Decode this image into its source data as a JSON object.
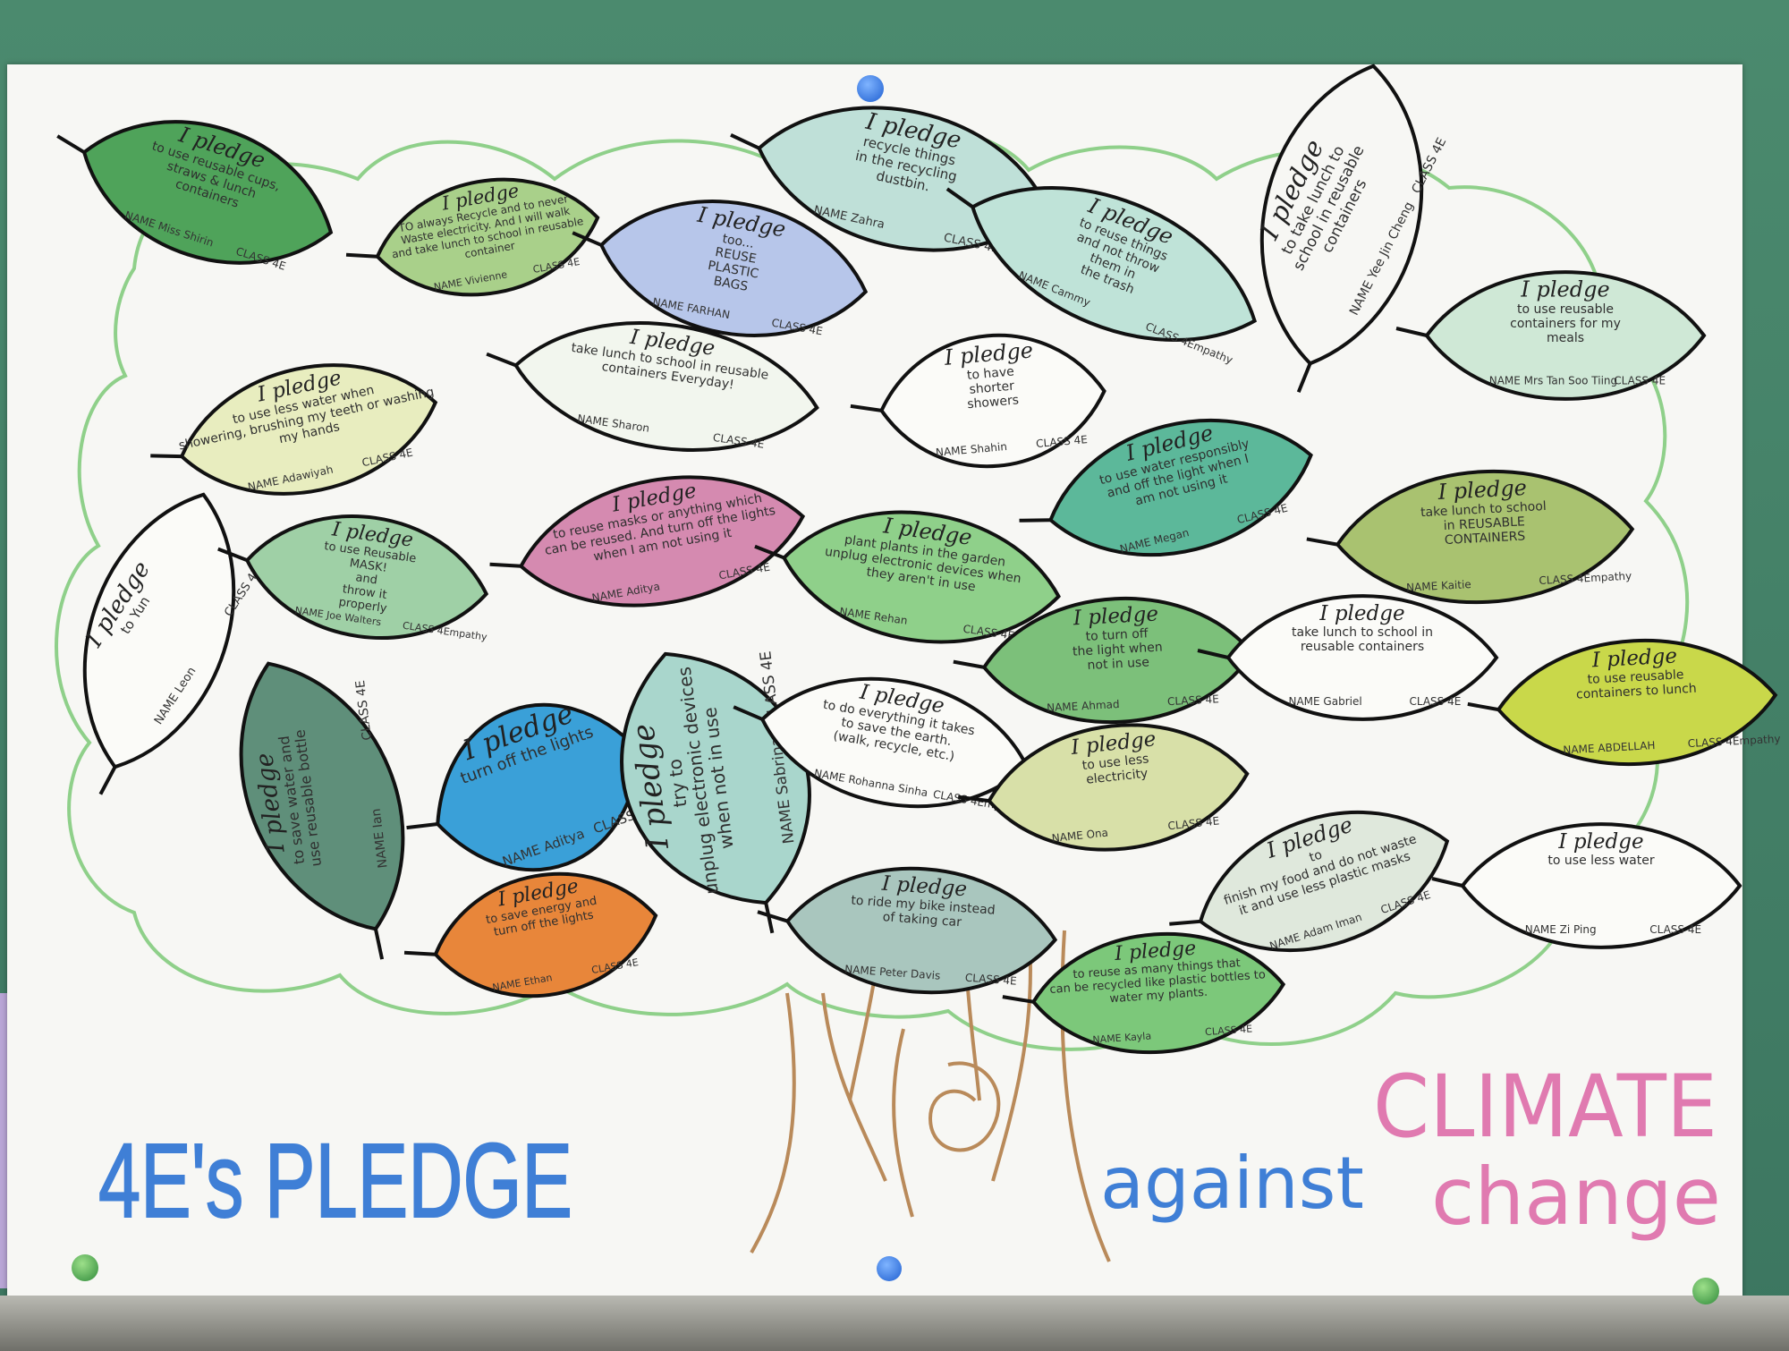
{
  "colors": {
    "board": "#3f7a63",
    "poster": "#f7f7f4",
    "tree_outline": "#8fd08a",
    "trunk": "#b98a5a",
    "title_blue": "#3f7fd6",
    "title_pink": "#e07ab0"
  },
  "title": {
    "part1": "4E's PLEDGE",
    "part2": "against",
    "part3a": "CLIMATE",
    "part3b": "change"
  },
  "leaves": [
    {
      "id": "L1",
      "heading": "I pledge",
      "lines": [
        "to use reusable cups,",
        "straws & lunch",
        "containers"
      ],
      "name": "NAME Miss Shirin",
      "class": "CLASS 4E",
      "fill": "#4fa35a"
    },
    {
      "id": "L2",
      "heading": "I pledge",
      "lines": [
        "TO always Recycle and to never",
        "Waste electricity. And I will walk",
        "and take lunch to school in reusable",
        "container"
      ],
      "name": "NAME Vivienne",
      "class": "CLASS 4E",
      "fill": "#a9d08a"
    },
    {
      "id": "L3",
      "heading": "I pledge",
      "lines": [
        "too...",
        "REUSE",
        "PLASTIC",
        "BAGS"
      ],
      "name": "NAME FARHAN",
      "class": "CLASS 4E",
      "fill": "#b7c6ea"
    },
    {
      "id": "L4",
      "heading": "I pledge",
      "lines": [
        "recycle things",
        "in the recycling",
        "dustbin."
      ],
      "name": "NAME Zahra",
      "class": "CLASS 4E",
      "fill": "#bfe0d8"
    },
    {
      "id": "L5",
      "heading": "I pledge",
      "lines": [
        "to reuse things",
        "and not throw",
        "them in",
        "the trash"
      ],
      "name": "NAME Cammy",
      "class": "CLASS 4Empathy",
      "fill": "#bfe3d8"
    },
    {
      "id": "L6",
      "heading": "I pledge",
      "lines": [
        "to take lunch to",
        "school in reusable",
        "containers"
      ],
      "name": "NAME Yee Jin Cheng",
      "class": "CLASS 4E",
      "fill": "#f7f7f4"
    },
    {
      "id": "L7",
      "heading": "I pledge",
      "lines": [
        "to use reusable",
        "containers for my",
        "meals"
      ],
      "name": "NAME Mrs Tan Soo Tiing",
      "class": "CLASS 4E",
      "fill": "#cfe8d6"
    },
    {
      "id": "L8",
      "heading": "I pledge",
      "lines": [
        "take lunch to school in reusable",
        "containers Everyday!"
      ],
      "name": "NAME Sharon",
      "class": "CLASS 4E",
      "fill": "#f2f6ee"
    },
    {
      "id": "L9",
      "heading": "I pledge",
      "lines": [
        "to use less water when",
        "showering, brushing my teeth or washing",
        "my hands"
      ],
      "name": "NAME Adawiyah",
      "class": "CLASS 4E",
      "fill": "#e8edbf"
    },
    {
      "id": "L10",
      "heading": "I pledge",
      "lines": [
        "to have",
        "shorter",
        "showers"
      ],
      "name": "NAME Shahin",
      "class": "CLASS 4E",
      "fill": "#fbfbf8"
    },
    {
      "id": "L11",
      "heading": "I pledge",
      "lines": [
        "to use water responsibly",
        "and off the light when I",
        "am not using it"
      ],
      "name": "NAME Megan",
      "class": "CLASS 4E",
      "fill": "#5cb89a"
    },
    {
      "id": "L12",
      "heading": "I pledge",
      "lines": [
        "take lunch to school",
        "in REUSABLE",
        "CONTAINERS"
      ],
      "name": "NAME Kaitie",
      "class": "CLASS 4Empathy",
      "fill": "#a9c270"
    },
    {
      "id": "L13",
      "heading": "I pledge",
      "lines": [
        "to Yun"
      ],
      "name": "NAME Leon",
      "class": "CLASS 4E",
      "fill": "#fbfbf8"
    },
    {
      "id": "L14",
      "heading": "I pledge",
      "lines": [
        "to use Reusable",
        "MASK!",
        "and",
        "throw it",
        "properly"
      ],
      "name": "NAME Joe Walters",
      "class": "CLASS 4Empathy",
      "fill": "#9fd0a6"
    },
    {
      "id": "L15",
      "heading": "I pledge",
      "lines": [
        "to reuse masks or anything which",
        "can be reused. And turn off the lights",
        "when I am not using it"
      ],
      "name": "NAME Aditya",
      "class": "CLASS 4E",
      "fill": "#d58ab0"
    },
    {
      "id": "L16",
      "heading": "I pledge",
      "lines": [
        "plant plants in the garden",
        "unplug electronic devices when",
        "they aren't in use"
      ],
      "name": "NAME Rehan",
      "class": "CLASS 4E",
      "fill": "#8fd08a"
    },
    {
      "id": "L17",
      "heading": "I pledge",
      "lines": [
        "to turn off",
        "the light when",
        "not in use"
      ],
      "name": "NAME Ahmad",
      "class": "CLASS 4E",
      "fill": "#7cc07a"
    },
    {
      "id": "L18",
      "heading": "I pledge",
      "lines": [
        "take lunch to school in",
        "reusable containers"
      ],
      "name": "NAME Gabriel",
      "class": "CLASS 4E",
      "fill": "#fbfbf8"
    },
    {
      "id": "L19",
      "heading": "I pledge",
      "lines": [
        "to use reusable",
        "containers to lunch"
      ],
      "name": "NAME ABDELLAH",
      "class": "CLASS 4Empathy",
      "fill": "#c9d84a"
    },
    {
      "id": "L20",
      "heading": "I pledge",
      "lines": [
        "to save water and",
        "use reusable bottle"
      ],
      "name": "NAME Ian",
      "class": "CLASS 4E",
      "fill": "#5f8f7a"
    },
    {
      "id": "L21",
      "heading": "I pledge",
      "lines": [
        "turn off the lights"
      ],
      "name": "NAME Aditya",
      "class": "CLASS 4E",
      "fill": "#3aa0d8"
    },
    {
      "id": "L22",
      "heading": "I pledge",
      "lines": [
        "try to",
        "unplug electronic devices",
        "when not in use"
      ],
      "name": "NAME Sabrina",
      "class": "CLASS 4E",
      "fill": "#a9d6cc"
    },
    {
      "id": "L23",
      "heading": "I pledge",
      "lines": [
        "to do everything it takes",
        "to save the earth.",
        "(walk, recycle, etc.)"
      ],
      "name": "NAME Rohanna Sinha",
      "class": "CLASS 4Empathy",
      "fill": "#fbfbf8"
    },
    {
      "id": "L24",
      "heading": "I pledge",
      "lines": [
        "to use less",
        "electricity"
      ],
      "name": "NAME Ona",
      "class": "CLASS 4E",
      "fill": "#d8e0a8"
    },
    {
      "id": "L25",
      "heading": "I pledge",
      "lines": [
        "to",
        "finish my food and do not waste",
        "it and use less plastic masks"
      ],
      "name": "NAME Adam Iman",
      "class": "CLASS 4E",
      "fill": "#dfe8dc"
    },
    {
      "id": "L26",
      "heading": "I pledge",
      "lines": [
        "to use less water"
      ],
      "name": "NAME Zi Ping",
      "class": "CLASS 4E",
      "fill": "#fbfbf8"
    },
    {
      "id": "L27",
      "heading": "I pledge",
      "lines": [
        "to save energy and",
        "turn off the lights"
      ],
      "name": "NAME Ethan",
      "class": "CLASS 4E",
      "fill": "#e8863a"
    },
    {
      "id": "L28",
      "heading": "I pledge",
      "lines": [
        "to ride my bike instead",
        "of taking car"
      ],
      "name": "NAME Peter Davis",
      "class": "CLASS 4E",
      "fill": "#a9c6be"
    },
    {
      "id": "L29",
      "heading": "I pledge",
      "lines": [
        "to reuse as many things that",
        "can be recycled like plastic bottles to",
        "water my plants."
      ],
      "name": "NAME Kayla",
      "class": "CLASS 4E",
      "fill": "#7cc87a"
    }
  ]
}
